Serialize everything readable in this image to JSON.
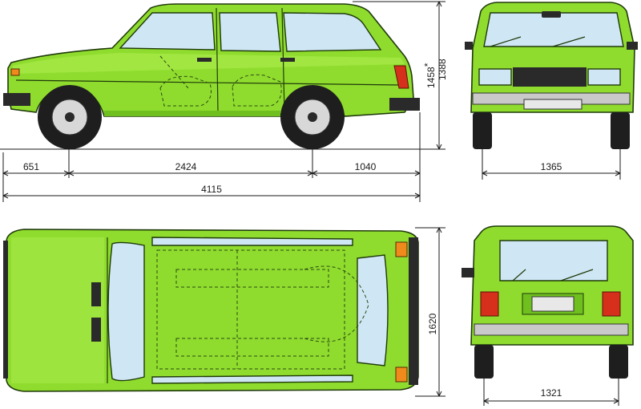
{
  "dimensions": {
    "front_overhang": "651",
    "wheelbase": "2424",
    "rear_overhang": "1040",
    "overall_length": "4115",
    "height_loaded": "1458",
    "height_star": "*",
    "height_unloaded": "1388",
    "front_track": "1365",
    "overall_width": "1620",
    "rear_track": "1321"
  },
  "colors": {
    "body": "#8fdc2e",
    "glass": "#cfe6f4",
    "tire": "#1e1e1e"
  }
}
